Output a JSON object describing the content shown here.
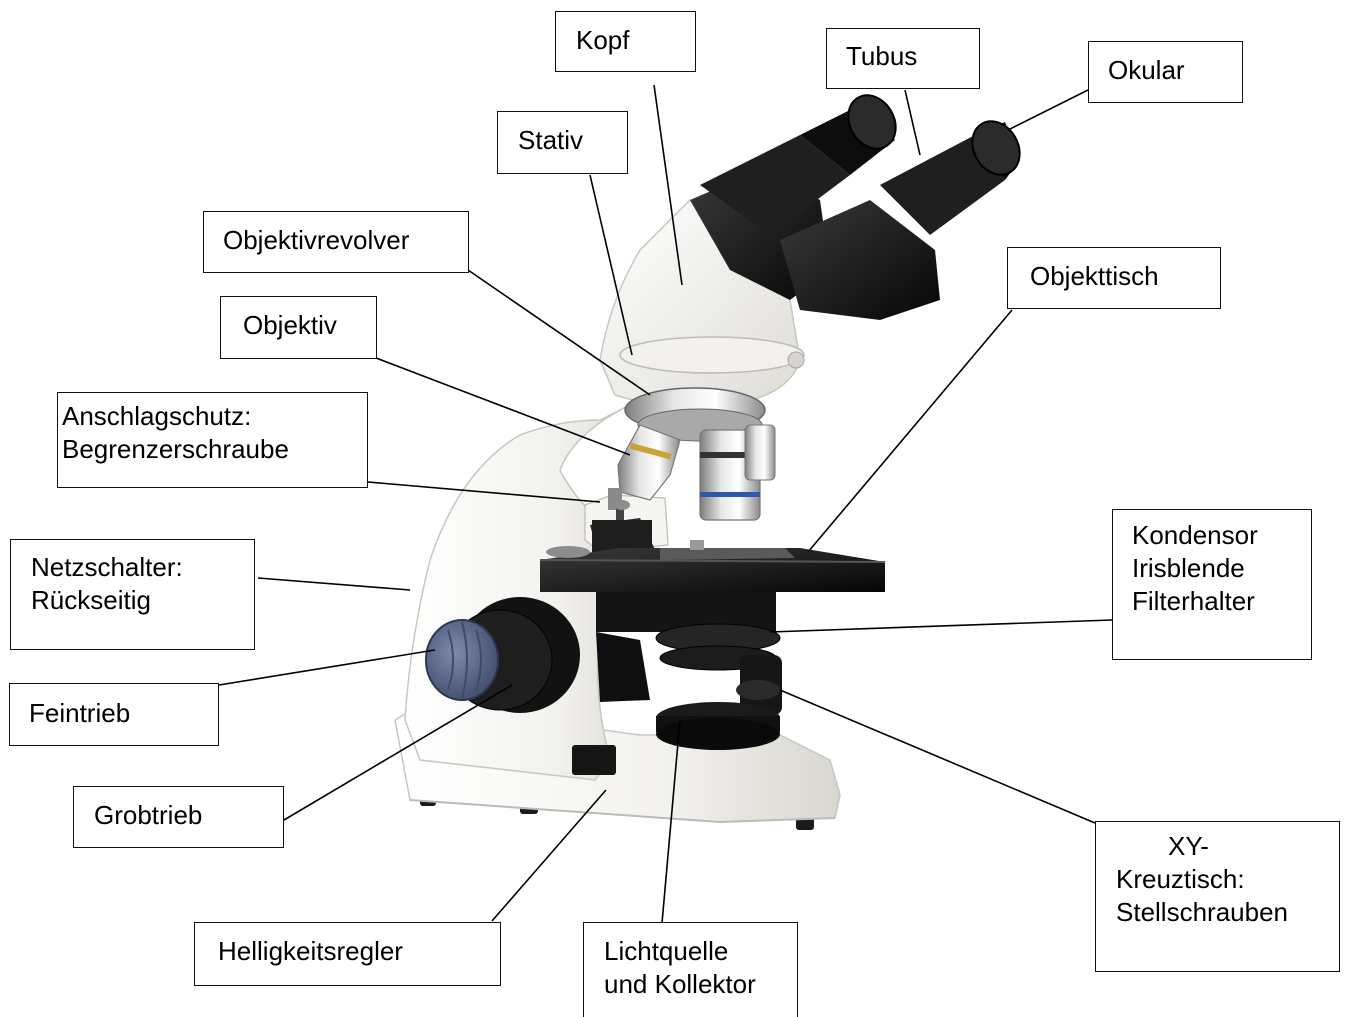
{
  "labels": [
    {
      "id": "kopf",
      "lines": [
        "Kopf"
      ]
    },
    {
      "id": "tubus",
      "lines": [
        "Tubus"
      ]
    },
    {
      "id": "okular",
      "lines": [
        "Okular"
      ]
    },
    {
      "id": "stativ",
      "lines": [
        "Stativ"
      ]
    },
    {
      "id": "objektivrevolver",
      "lines": [
        "Objektivrevolver"
      ]
    },
    {
      "id": "objekttisch",
      "lines": [
        "Objekttisch"
      ]
    },
    {
      "id": "objektiv",
      "lines": [
        "Objektiv"
      ]
    },
    {
      "id": "anschlagschutz",
      "lines": [
        "Anschlagschutz:",
        "Begrenzerschraube"
      ]
    },
    {
      "id": "kondensor",
      "lines": [
        "Kondensor",
        "Irisblende",
        "Filterhalter"
      ]
    },
    {
      "id": "netzschalter",
      "lines": [
        "Netzschalter:",
        "Rückseitig"
      ]
    },
    {
      "id": "feintrieb",
      "lines": [
        "Feintrieb"
      ]
    },
    {
      "id": "grobtrieb",
      "lines": [
        "Grobtrieb"
      ]
    },
    {
      "id": "xy",
      "lines": [
        "XY-",
        "Kreuztisch:",
        "Stellschrauben"
      ]
    },
    {
      "id": "helligkeitsregler",
      "lines": [
        "Helligkeitsregler"
      ]
    },
    {
      "id": "lichtquelle",
      "lines": [
        "Lichtquelle",
        "und Kollektor"
      ]
    }
  ],
  "colors": {
    "body_white": "#f1f0ec",
    "black_parts": "#141414",
    "knob_blue": "#5c6788",
    "chrome": "#b9b9b9",
    "leader_line": "#000000"
  }
}
